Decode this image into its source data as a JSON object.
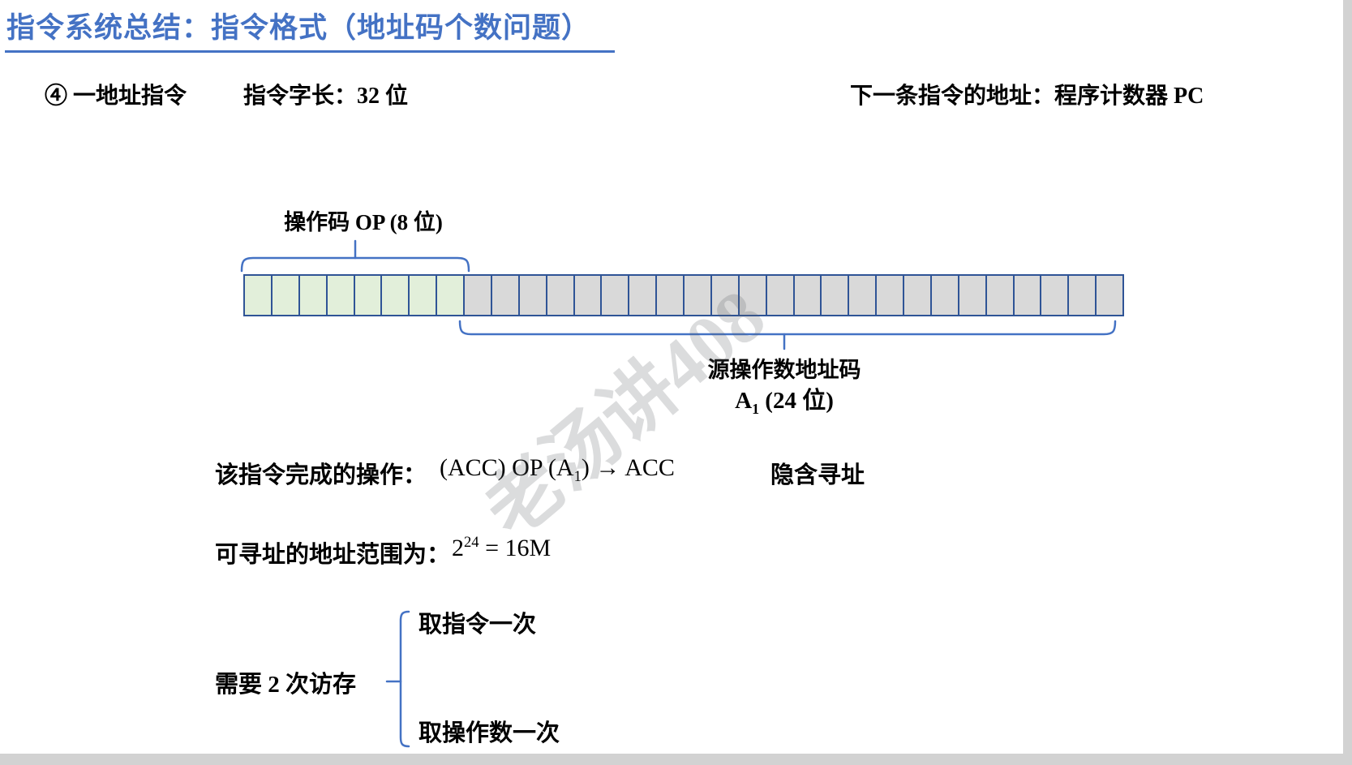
{
  "title": "指令系统总结：指令格式（地址码个数问题）",
  "header": {
    "bullet": "④ 一地址指令",
    "word_length": "指令字长：32 位",
    "next_addr": "下一条指令的地址：程序计数器 PC"
  },
  "diagram": {
    "opcode_label": "操作码 OP (8 位)",
    "total_bits": 32,
    "opcode_bits": 8,
    "address_bits": 24,
    "address_label_line1": "源操作数地址码",
    "address_label_line2_prefix": "A",
    "address_label_line2_sub": "1",
    "address_label_line2_suffix": " (24 位)",
    "colors": {
      "opcode_fill": "#e2efda",
      "address_fill": "#d9d9d9",
      "cell_border": "#2f5496",
      "brace": "#4472c4"
    }
  },
  "watermark": "老汤讲408",
  "operation": {
    "label": "该指令完成的操作：",
    "formula_pre": "(ACC) OP (A",
    "formula_sub": "1",
    "formula_post": ") → ACC",
    "note": "隐含寻址"
  },
  "range": {
    "label": "可寻址的地址范围为：",
    "base": "2",
    "exponent": "24",
    "result": " = 16M"
  },
  "memory_access": {
    "label": "需要 2 次访存",
    "items": [
      "取指令一次",
      "取操作数一次"
    ]
  },
  "title_color": "#4472c4",
  "accent_blue": "#4472c4"
}
